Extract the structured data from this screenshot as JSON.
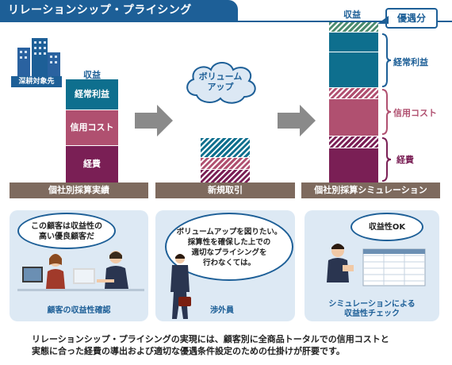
{
  "header": {
    "title": "リレーションシップ・プライシング"
  },
  "building": {
    "label": "深耕対象先"
  },
  "left_stack": {
    "top_label": "収益",
    "seg_profit": "経常利益",
    "seg_credit": "信用コスト",
    "seg_expense": "経費",
    "base": "個社別採算実績"
  },
  "middle": {
    "cloud": "ボリューム\nアップ",
    "base": "新規取引"
  },
  "right_stack": {
    "top_label": "収益",
    "callout": "優遇分",
    "brace_profit": "経常利益",
    "brace_credit": "信用コスト",
    "brace_expense": "経費",
    "base": "個社別採算シミュレーション"
  },
  "panels": {
    "left": {
      "bubble": "この顧客は収益性の\n高い優良顧客だ",
      "caption": "顧客の収益性確認"
    },
    "middle": {
      "bubble": "ボリュームアップを図りたい。\n採算性を確保した上での\n適切なプライシングを\n行わなくては。",
      "caption": "渉外員"
    },
    "right": {
      "bubble": "収益性OK",
      "caption": "シミュレーションによる\n収益性チェック"
    }
  },
  "footer": {
    "text": "リレーションシップ・プライシングの実現には、顧客別に全商品トータルでの信用コストと\n実態に合った経費の導出および適切な優遇条件設定のための仕掛けが肝要です。"
  },
  "colors": {
    "navy": "#1d5f97",
    "teal": "#0e6f8e",
    "pink": "#b05070",
    "purple": "#7a1f55",
    "base": "#7e6a5e",
    "panel": "#dde9f4",
    "arrow": "#8a8a8a"
  }
}
